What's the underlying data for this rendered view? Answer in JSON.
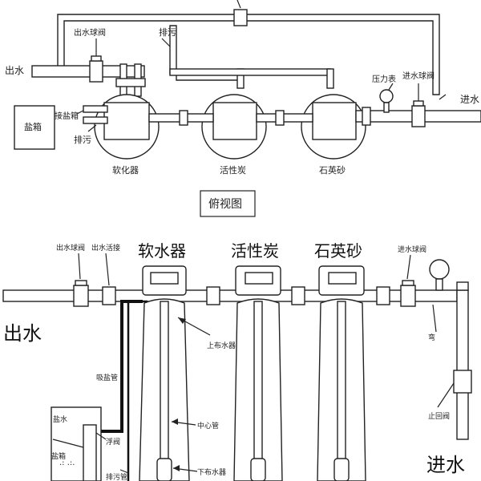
{
  "top_view": {
    "title": "俯视图",
    "labels": {
      "water_out": "出水",
      "outlet_ball_valve": "出水球阀",
      "drain_top": "排污",
      "brine_box": "盐箱",
      "brine_connector": "接盐箱",
      "drain_left": "排污",
      "softener": "软化器",
      "active_carbon": "活性炭",
      "quartz_sand": "石英砂",
      "pressure_gauge": "压力表",
      "inlet_ball_valve": "进水球阀",
      "water_in": "进水"
    }
  },
  "front_view": {
    "labels": {
      "softener": "软水器",
      "active_carbon": "活性炭",
      "quartz_sand": "石英砂",
      "outlet_ball_valve": "出水球阀",
      "outlet_union": "出水活接",
      "inlet_ball_valve": "进水球阀",
      "water_out": "出水",
      "water_in": "进水",
      "upper_distributor": "上布水器",
      "suction_pipe": "吸盐管",
      "center_pipe": "中心管",
      "lower_distributor": "下布水器",
      "brine_water": "盐水",
      "brine_box": "盐箱",
      "float_valve": "浮阀",
      "drain_pipe": "排污管",
      "elbow": "弯",
      "check_valve": "止回阀"
    }
  }
}
